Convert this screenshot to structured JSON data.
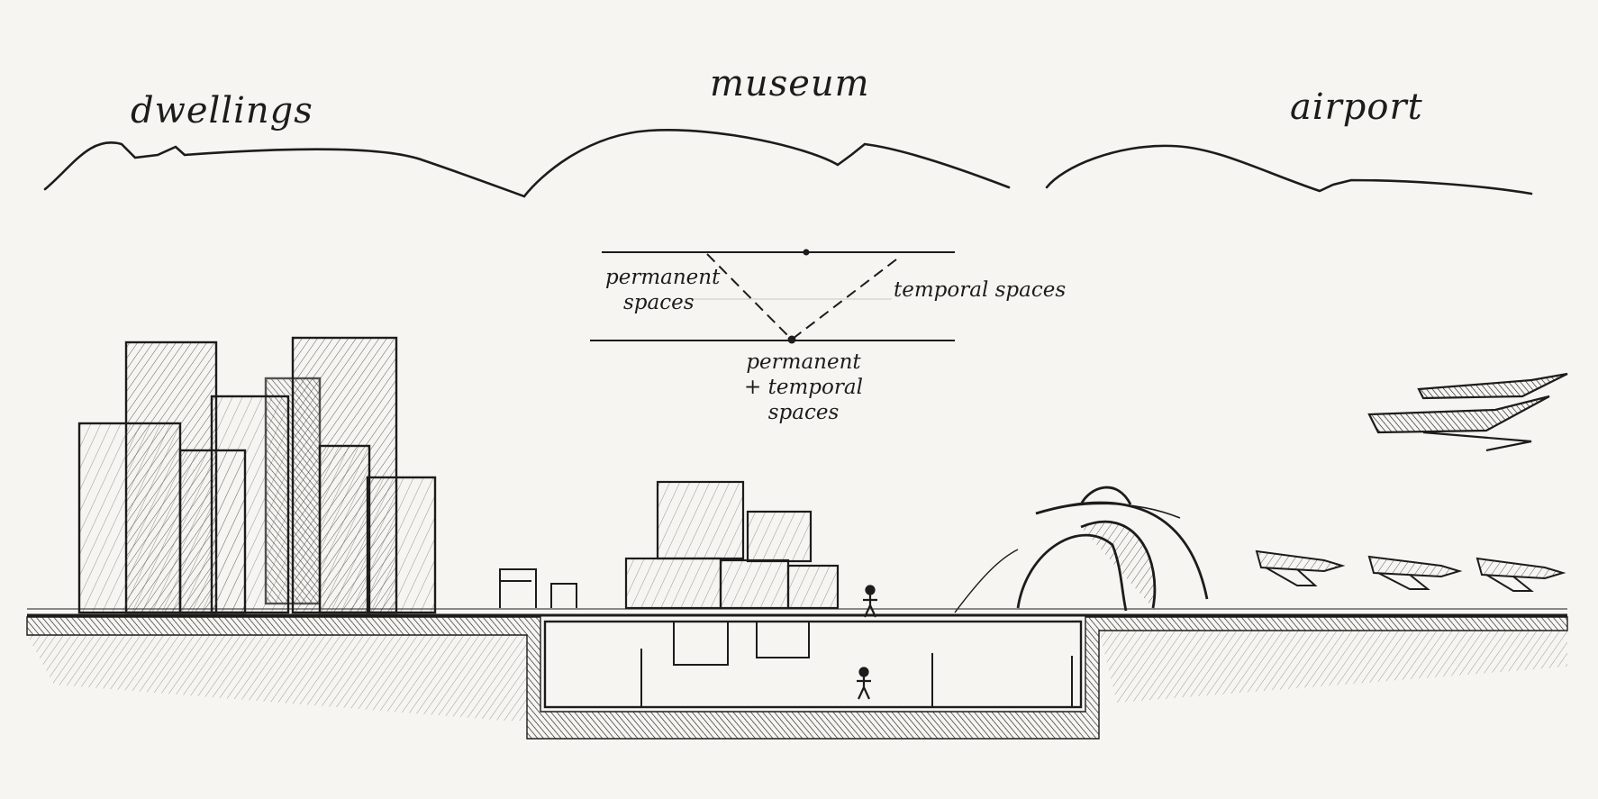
{
  "headings": {
    "dwellings": "dwellings",
    "museum": "museum",
    "airport": "airport"
  },
  "diagram": {
    "left_label": [
      "permanent",
      "spaces"
    ],
    "right_label": "temporal spaces",
    "bottom_label": [
      "permanent",
      "+ temporal",
      "spaces"
    ]
  },
  "colors": {
    "paper": "#f6f5f1",
    "ink": "#1c1c1c",
    "hatch": "#3a3a3a"
  }
}
